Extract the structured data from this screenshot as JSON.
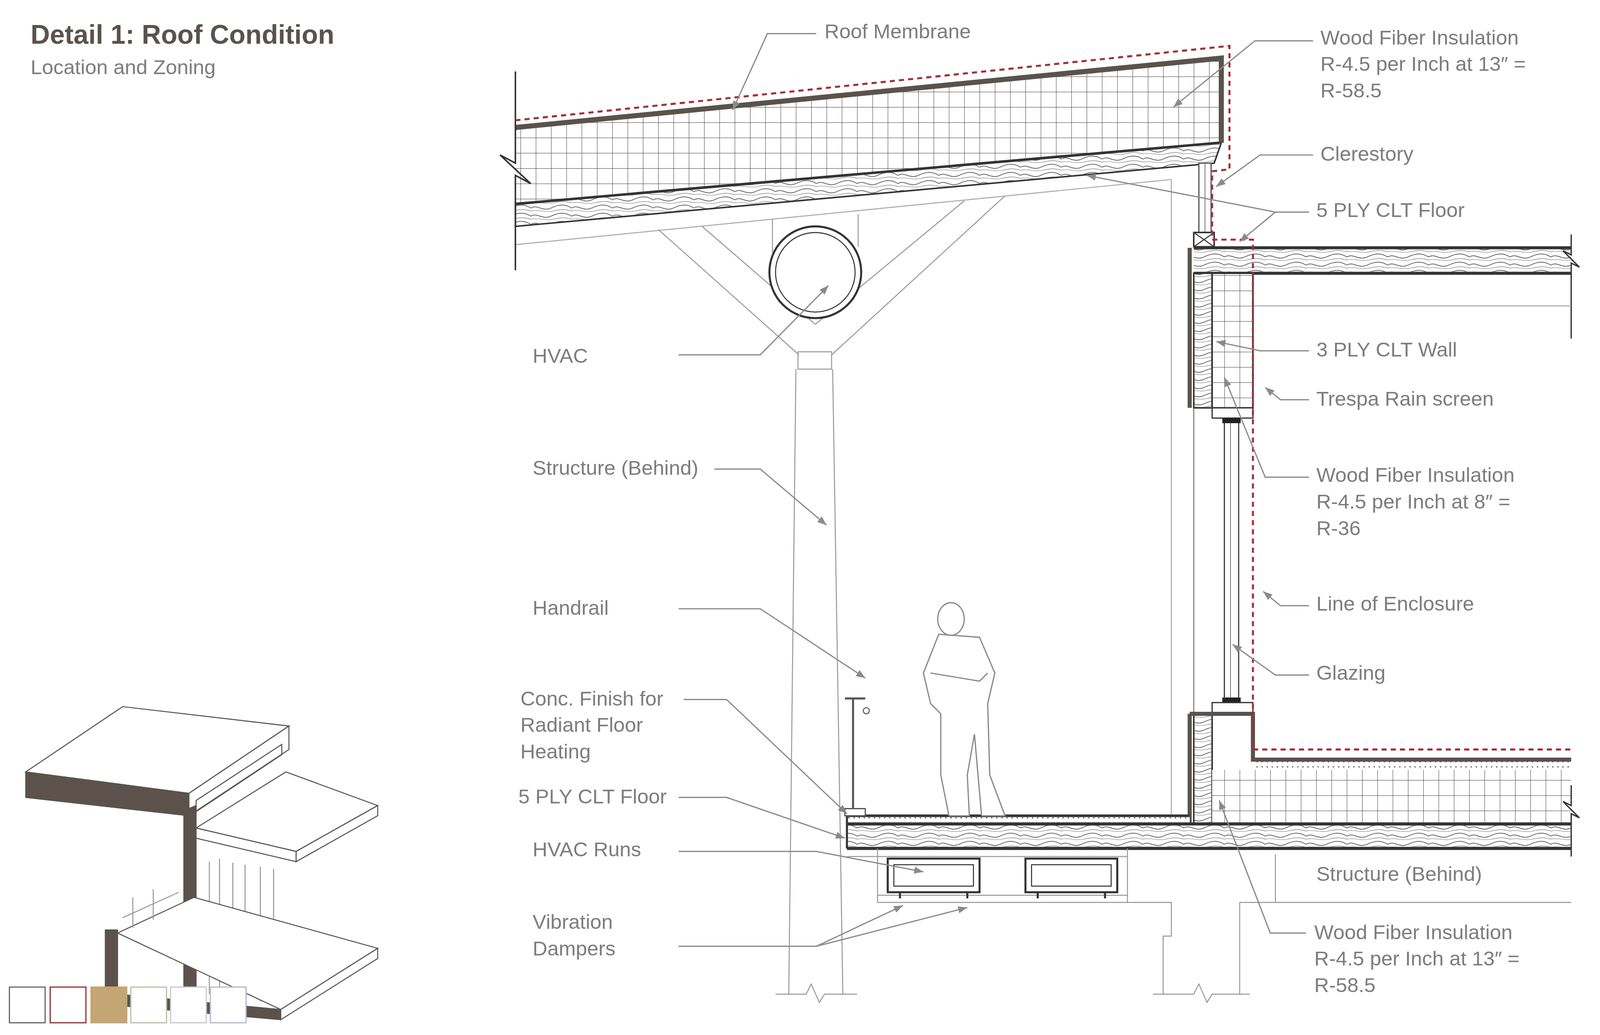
{
  "diagram": {
    "title": "Detail 1: Roof Condition",
    "labels": [
      "Location and Zoning",
      "Roof Membrane",
      "Wood Fiber Insulation R-4.5 per Inch at 13″ = R-58.5",
      "Clerestory",
      "5 PLY CLT Floor",
      "HVAC",
      "3 PLY CLT Wall",
      "Trespa Rain screen",
      "Structure (Behind)",
      "Wood Fiber Insulation R-4.5 per Inch at 8″ = R-36",
      "Handrail",
      "Line of Enclosure",
      "Conc. Finish for Radiant Floor Heating",
      "Glazing",
      "5 PLY CLT Floor",
      "HVAC Runs",
      "Structure (Behind)",
      "Vibration Dampers",
      "Wood Fiber Insulation R-4.5 per Inch at 13″ = R-58.5"
    ]
  }
}
